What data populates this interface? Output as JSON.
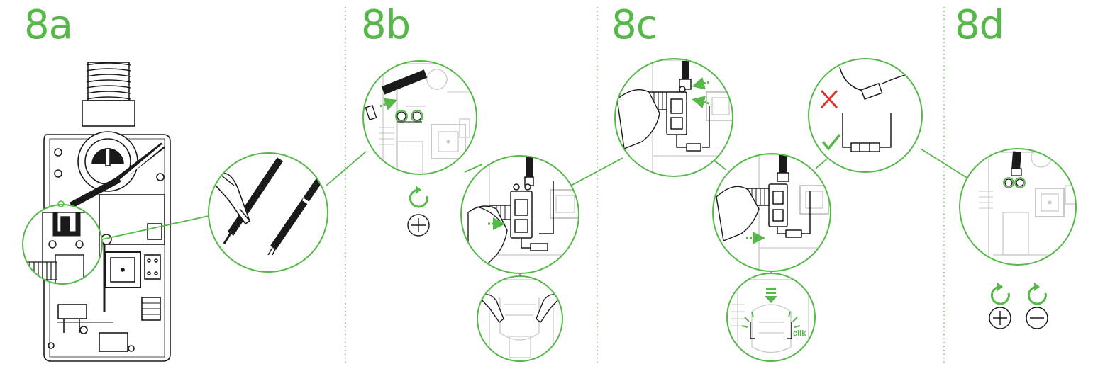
{
  "steps": [
    {
      "label": "8a"
    },
    {
      "label": "8b"
    },
    {
      "label": "8c"
    },
    {
      "label": "8d"
    }
  ],
  "annotations": {
    "clik": "clik"
  },
  "colors": {
    "accent": "#55b848",
    "line": "#1a1a1a",
    "ghost": "#c9c9c9",
    "error": "#e2312d"
  },
  "icons": [
    "rotate-clockwise-icon",
    "plus-circle-icon",
    "minus-circle-icon",
    "cross-icon",
    "check-icon"
  ]
}
